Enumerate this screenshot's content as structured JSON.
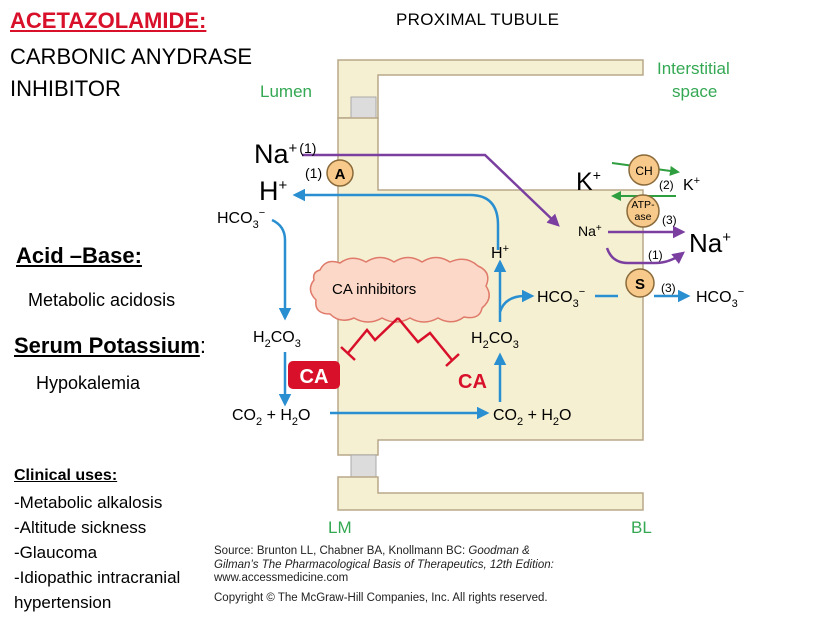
{
  "title": "ACETAZOLAMIDE:",
  "subtitle_line1": "CARBONIC ANYDRASE",
  "subtitle_line2": "INHIBITOR",
  "acid_base": {
    "heading": "Acid –Base:",
    "value": "Metabolic acidosis"
  },
  "serum_potassium": {
    "heading": "Serum Potassium",
    "colon": ":",
    "value": "Hypokalemia"
  },
  "clinical_uses": {
    "heading": "Clinical uses:",
    "items": [
      "-Metabolic alkalosis",
      "-Altitude sickness",
      "-Glaucoma",
      "-Idiopathic intracranial",
      "hypertension"
    ]
  },
  "diagram": {
    "title": "PROXIMAL TUBULE",
    "lumen": "Lumen",
    "interstitial_line1": "Interstitial",
    "interstitial_line2": "space",
    "lm": "LM",
    "bl": "BL",
    "na_lumen": "Na",
    "na_lumen_sup": "+",
    "na_lumen_num": "(1)",
    "h_lumen": "H",
    "h_lumen_sup": "+",
    "a_num": "(1)",
    "transporter_a": "A",
    "hco3_lumen": "HCO",
    "hco3_lumen_sub": "3",
    "hco3_lumen_sup": "−",
    "h2co3_lumen": "H",
    "h2co3_lumen_sub1": "2",
    "h2co3_lumen_mid": "CO",
    "h2co3_lumen_sub2": "3",
    "co2_h2o_lumen": "CO",
    "co2_h2o_lumen_sub1": "2",
    "co2_h2o_lumen_mid": " + H",
    "co2_h2o_lumen_sub2": "2",
    "co2_h2o_lumen_end": "O",
    "ca_lumen": "CA",
    "ca_cell": "CA",
    "ca_inhibitors": "CA inhibitors",
    "h_cell": "H",
    "h_cell_sup": "+",
    "h2co3_cell": "H",
    "h2co3_cell_sub1": "2",
    "h2co3_cell_mid": "CO",
    "h2co3_cell_sub2": "3",
    "hco3_cell": "HCO",
    "hco3_cell_sub": "3",
    "hco3_cell_sup": "−",
    "co2_h2o_cell": "CO",
    "co2_h2o_cell_sub1": "2",
    "co2_h2o_cell_mid": " + H",
    "co2_h2o_cell_sub2": "2",
    "co2_h2o_cell_end": "O",
    "k_cell": "K",
    "k_cell_sup": "+",
    "channel": "CH",
    "k_num": "(2)",
    "k_interstitial": "K",
    "k_interstitial_sup": "+",
    "atpase_line1": "ATP-",
    "atpase_line2": "ase",
    "atpase_num": "(3)",
    "na_cell": "Na",
    "na_cell_sup": "+",
    "na_int_num": "(1)",
    "na_interstitial": "Na",
    "na_interstitial_sup": "+",
    "symporter": "S",
    "s_num": "(3)",
    "hco3_interstitial": "HCO",
    "hco3_interstitial_sub": "3",
    "hco3_interstitial_sup": "−"
  },
  "source": {
    "line1_a": "Source: Brunton LL, Chabner BA, Knollmann BC: ",
    "line1_b": "Goodman &",
    "line2": "Gilman’s The Pharmacological Basis of Therapeutics, 12th Edition:",
    "line3": "www.accessmedicine.com",
    "line4": "Copyright © The McGraw-Hill Companies, Inc. All rights reserved."
  },
  "colors": {
    "accent_red": "#d8102a",
    "arrow_blue": "#2a8fd0",
    "arrow_purple": "#7b3fa0",
    "arrow_green": "#2e9e3e",
    "cell_fill": "#f5f0d2",
    "cell_border": "#b8a88a",
    "cloud_fill": "#fbd8c8",
    "cloud_border": "#e07a6a",
    "transporter_fill": "#f7c98a"
  }
}
